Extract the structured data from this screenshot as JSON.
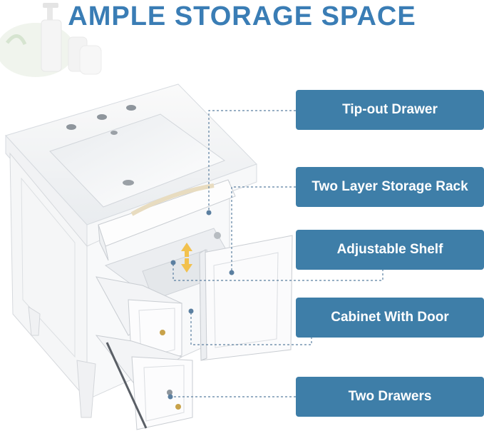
{
  "headline": "AMPLE STORAGE SPACE",
  "features": [
    {
      "label": "Tip-out Drawer"
    },
    {
      "label": "Two Layer Storage Rack"
    },
    {
      "label": "Adjustable Shelf"
    },
    {
      "label": "Cabinet With Door"
    },
    {
      "label": "Two Drawers"
    }
  ],
  "colors": {
    "headline": "#3a7db5",
    "tag_background": "#3e7ea8",
    "tag_text": "#ffffff",
    "leader_line": "#5b7fa0",
    "shelf_arrow": "#f2c14e"
  }
}
